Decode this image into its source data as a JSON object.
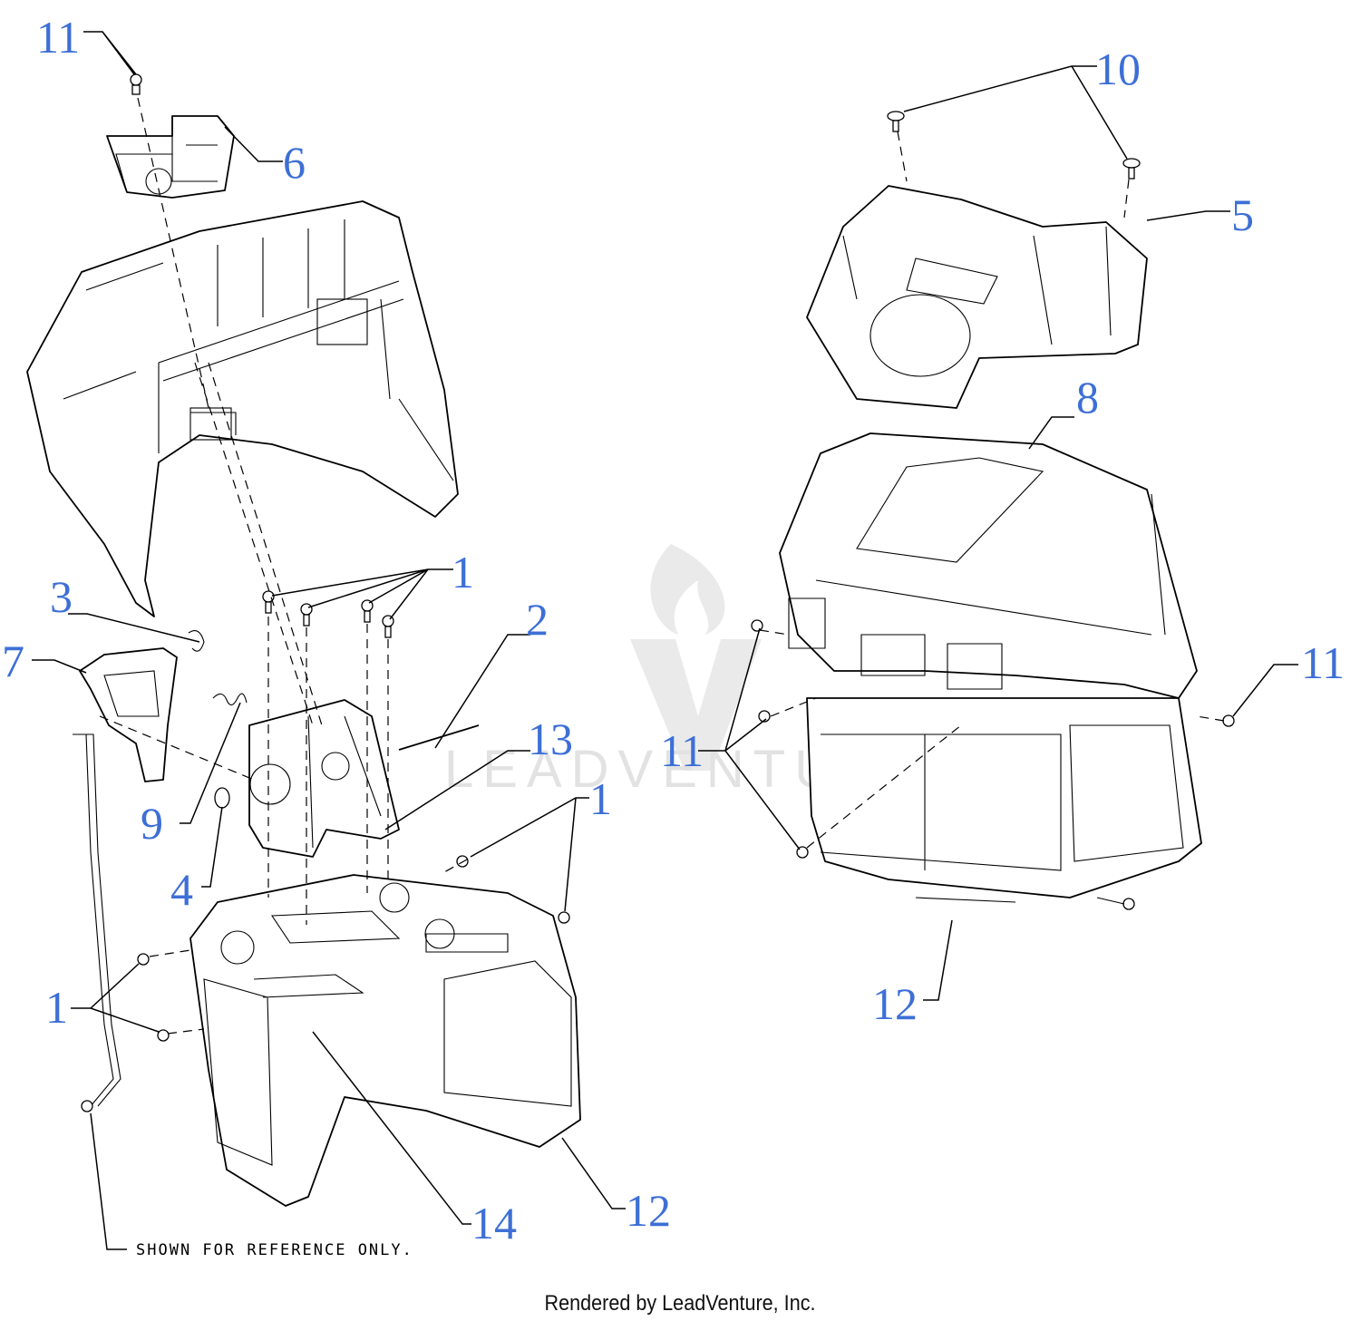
{
  "callouts": {
    "c11_top_left": "11",
    "c6": "6",
    "c10": "10",
    "c5": "5",
    "c8": "8",
    "c1_top": "1",
    "c3": "3",
    "c2": "2",
    "c7": "7",
    "c13": "13",
    "c11_right": "11",
    "c11_left": "11",
    "c9": "9",
    "c1_mid": "1",
    "c4": "4",
    "c1_left": "1",
    "c12_right": "12",
    "c14": "14",
    "c12_left": "12"
  },
  "note": "SHOWN FOR REFERENCE ONLY.",
  "watermark": "LEADVENTURE",
  "footer": "Rendered by LeadVenture, Inc."
}
